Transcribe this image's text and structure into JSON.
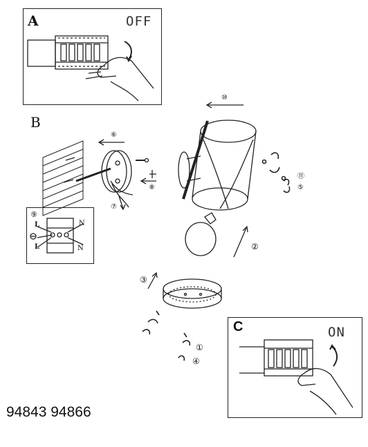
{
  "panel_a": {
    "label": "A",
    "state": "OFF"
  },
  "panel_b": {
    "label": "B"
  },
  "panel_c": {
    "label": "C",
    "state": "ON"
  },
  "wiring": {
    "step": "⑨",
    "live1": "L",
    "live2": "L",
    "neutral1": "N",
    "neutral2": "N"
  },
  "steps": {
    "s1": "①",
    "s2": "②",
    "s3": "③",
    "s4": "④",
    "s5": "⑤",
    "s6": "⑥",
    "s7": "⑦",
    "s8": "⑧",
    "s10": "⑩",
    "s11": "⑪"
  },
  "model_numbers": "94843 94866"
}
